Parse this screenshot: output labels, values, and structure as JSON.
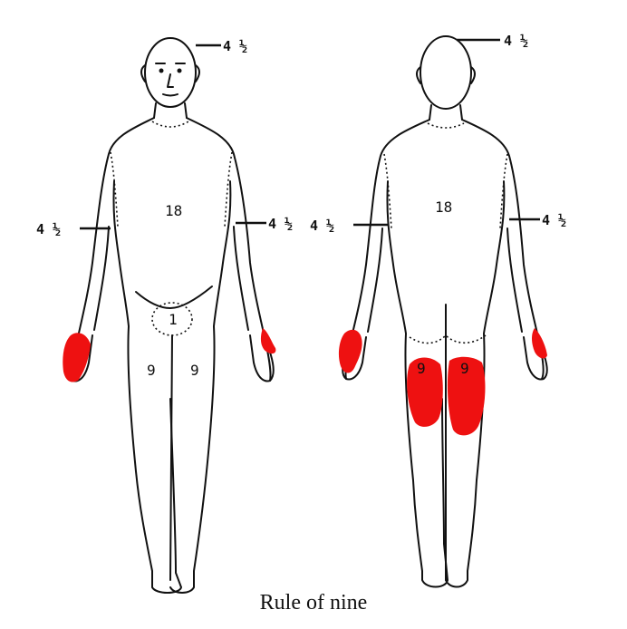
{
  "caption": "Rule of nine",
  "front": {
    "head": "4 ½",
    "arm_left": "4 ½",
    "arm_right": "4 ½",
    "trunk": "18",
    "genital": "1",
    "leg_left": "9",
    "leg_right": "9"
  },
  "back": {
    "head": "4 ½",
    "arm_left": "4 ½",
    "arm_right": "4 ½",
    "trunk": "18",
    "leg_left": "9",
    "leg_right": "9"
  },
  "colors": {
    "burn": "#ee1111",
    "outline": "#111111"
  }
}
